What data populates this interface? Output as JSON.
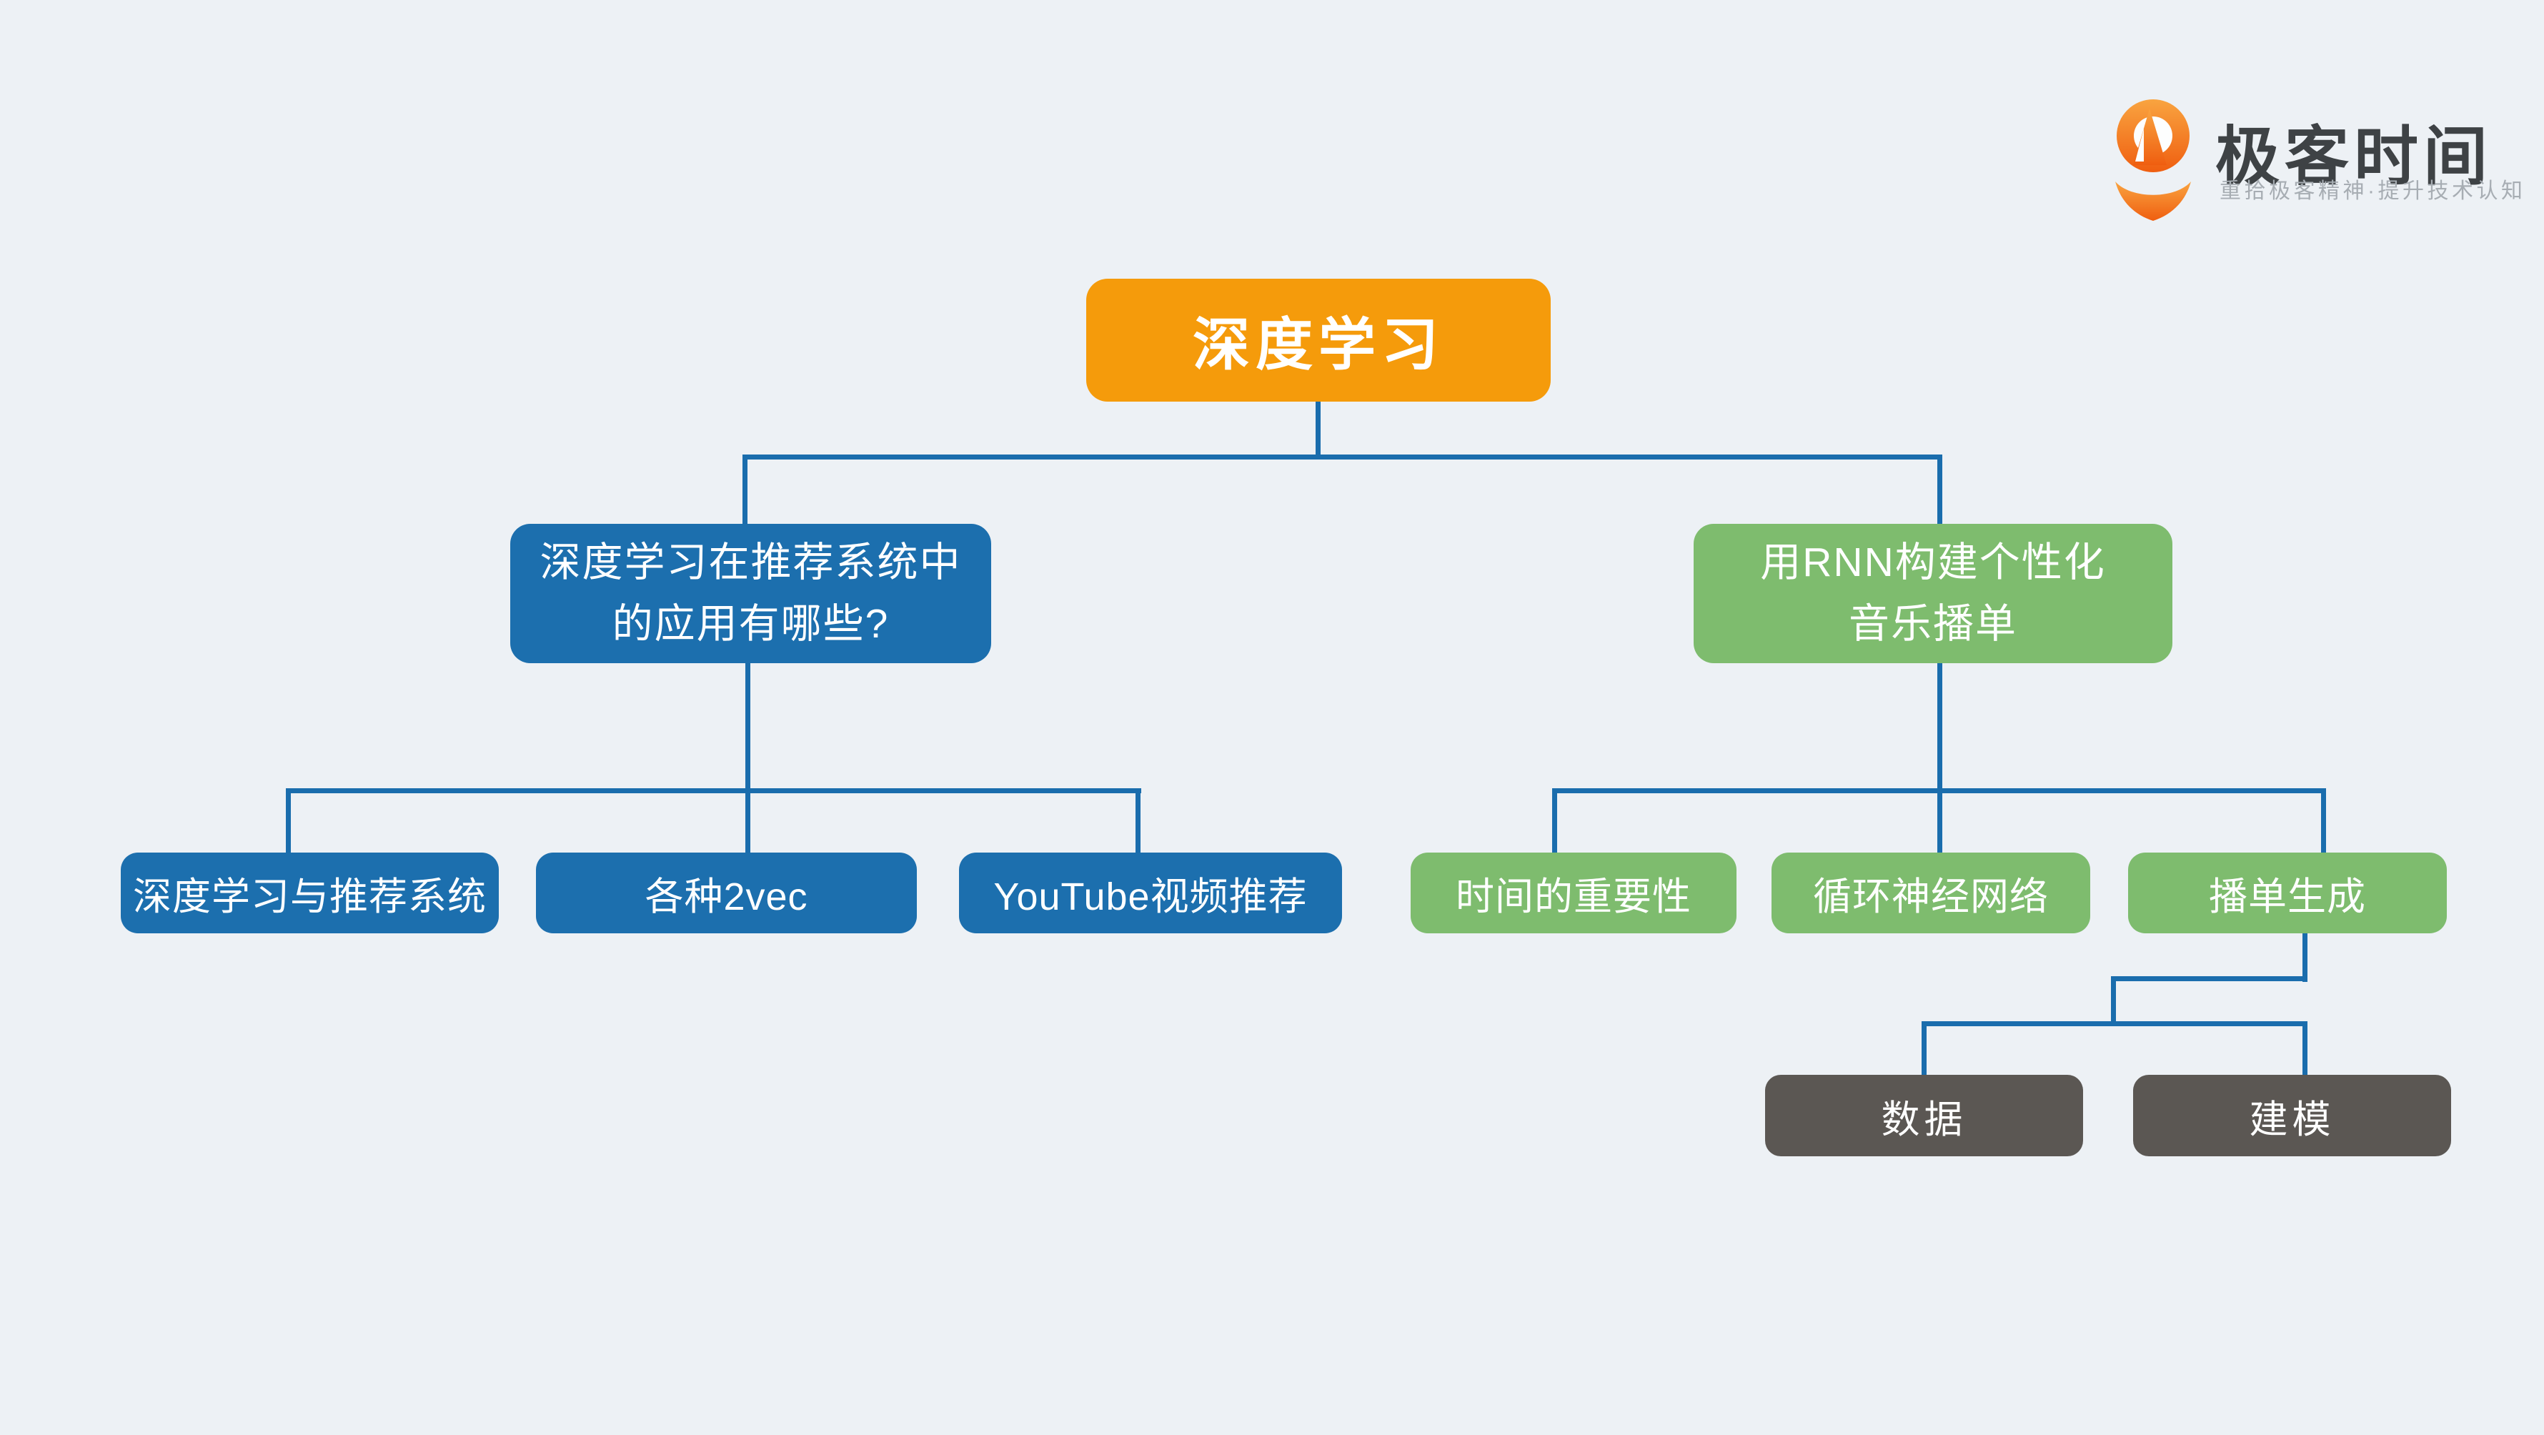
{
  "page": {
    "background_color": "#EDF1F5"
  },
  "brand": {
    "name": "极客时间",
    "tagline": "重拾极客精神·提升技术认知",
    "name_color": "#3E4245",
    "tagline_color": "#A7ADB3",
    "logo_orange_light": "#F9A440",
    "logo_orange_dark": "#EF5E10"
  },
  "colors": {
    "root_node": "#F59B0B",
    "blue_node": "#1C6FAE",
    "green_node": "#7EBC6E",
    "dark_node": "#5B5753",
    "connector": "#1A6DAD",
    "node_text": "#FFFFFF"
  },
  "mindmap": {
    "root": {
      "label": "深度学习"
    },
    "branch_left": {
      "label": "深度学习在推荐系统中\n的应用有哪些?",
      "children": [
        {
          "label": "深度学习与推荐系统"
        },
        {
          "label": "各种2vec"
        },
        {
          "label": "YouTube视频推荐"
        }
      ]
    },
    "branch_right": {
      "label": "用RNN构建个性化\n音乐播单",
      "children": [
        {
          "label": "时间的重要性"
        },
        {
          "label": "循环神经网络"
        },
        {
          "label": "播单生成",
          "children": [
            {
              "label": "数据"
            },
            {
              "label": "建模"
            }
          ]
        }
      ]
    }
  }
}
